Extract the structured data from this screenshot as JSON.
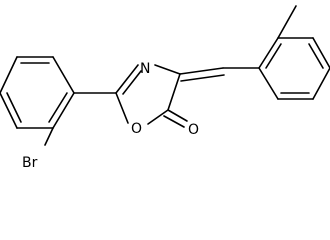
{
  "structure": {
    "labels": {
      "n": "N",
      "o_ring": "O",
      "o_carbonyl": "O",
      "br": "Br"
    }
  }
}
